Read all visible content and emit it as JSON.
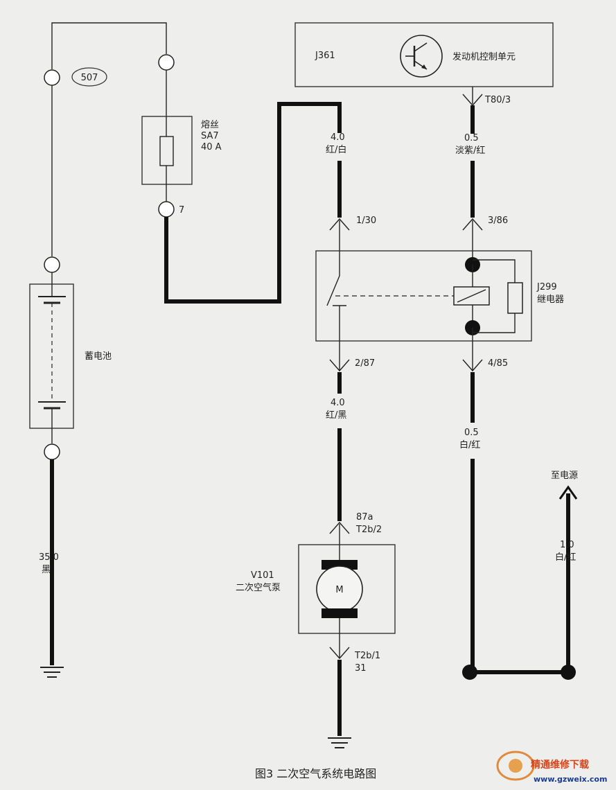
{
  "battery": {
    "circle_label": "507",
    "label": "蓄电池",
    "wire_size": "35.0",
    "wire_color": "黑"
  },
  "fuse": {
    "name": "熔丝",
    "id": "SA7",
    "rating": "40 A",
    "terminal": "7"
  },
  "ecu": {
    "id": "J361",
    "name": "发动机控制单元",
    "pin": "T80/3"
  },
  "wire_fuse_relay": {
    "size": "4.0",
    "color": "红/白",
    "pin": "1/30"
  },
  "wire_ecu_relay": {
    "size": "0.5",
    "color": "淡紫/红",
    "pin": "3/86"
  },
  "relay": {
    "id": "J299",
    "name": "继电器"
  },
  "wire_relay_pump": {
    "pin": "2/87",
    "size": "4.0",
    "color": "红/黑"
  },
  "wire_relay_power": {
    "pin": "4/85",
    "size": "0.5",
    "color": "白/红"
  },
  "power": {
    "label": "至电源",
    "size": "1.0",
    "color": "白/红"
  },
  "pump": {
    "pin_top_1": "87a",
    "pin_top_2": "T2b/2",
    "id": "V101",
    "name": "二次空气泵",
    "motor": "M",
    "pin_bottom_1": "T2b/1",
    "pin_bottom_2": "31"
  },
  "caption": "图3  二次空气系统电路图",
  "watermark": {
    "name": "精通维修下载",
    "url": "www.gzweix.com"
  }
}
